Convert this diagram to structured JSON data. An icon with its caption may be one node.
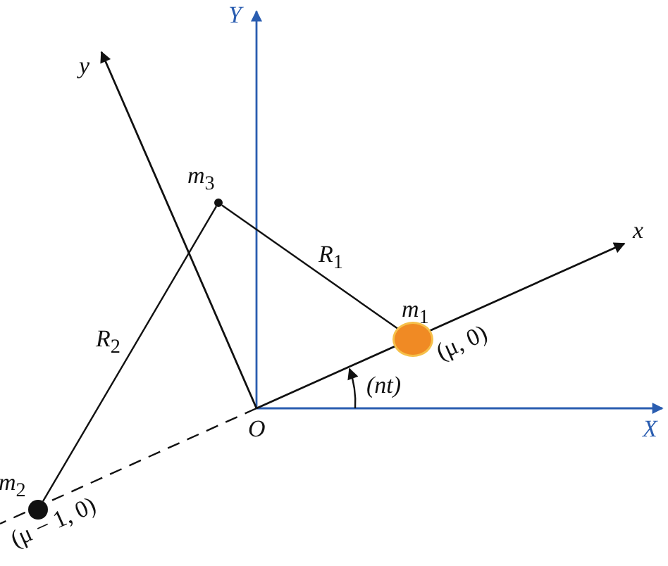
{
  "diagram": {
    "nodes": [
      {
        "text": [
          "*m*$_{3}$"
        ]
      },
      {
        "text": [
          "*m*$_{1}$"
        ],
        "beside": [
          "(μ, 0)"
        ]
      },
      {
        "text": [
          "*m*$_{2}$"
        ],
        "beside": [
          "(μ − 1, 0)"
        ]
      }
    ],
    "edges": [
      {
        "from": 0,
        "to": 1,
        "arrow": "none",
        "label": "*R*$_{1}$"
      },
      {
        "from": 0,
        "to": 2,
        "arrow": "none",
        "label": "*R*$_{2}$"
      }
    ],
    "labels": [
      "Y",
      "y",
      "x",
      "O",
      "(nt)",
      "X"
    ]
  }
}
